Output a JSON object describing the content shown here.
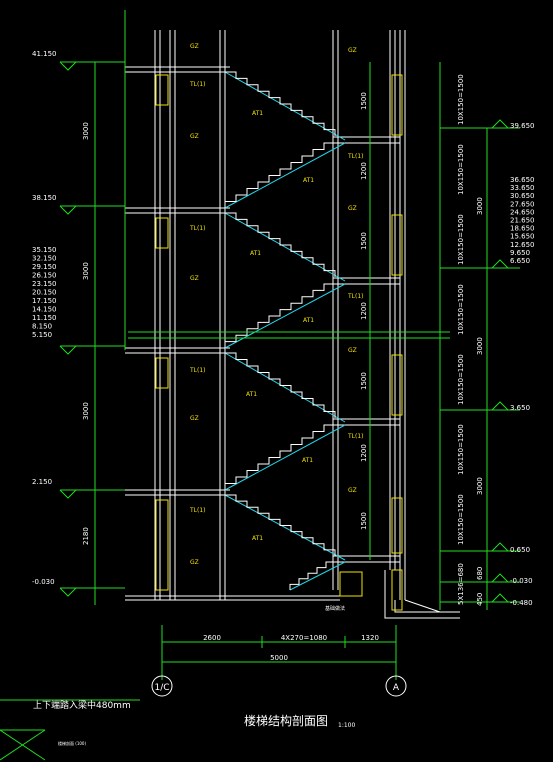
{
  "title": "楼梯结构剖面图",
  "scale": "1:100",
  "note": "上下端踏入梁中480mm",
  "note_small": "楼梯剖面 (100)",
  "axis_left": "1/C",
  "axis_right": "A",
  "bottom_dims": {
    "d1": "2600",
    "d2": "4X270=1080",
    "d3": "1320",
    "total": "5000"
  },
  "left_elevations": {
    "top": "41.150",
    "mid": "38.150",
    "stack": [
      "35.150",
      "32.150",
      "29.150",
      "26.150",
      "23.150",
      "20.150",
      "17.150",
      "14.150",
      "11.150",
      "8.150",
      "5.150"
    ],
    "low": "2.150",
    "ground": "-0.030"
  },
  "left_vert_dims": [
    "3000",
    "3000",
    "3000",
    "2180"
  ],
  "right_elevations": {
    "top": "39.650",
    "stack": [
      "36.650",
      "33.650",
      "30.650",
      "27.650",
      "24.650",
      "21.650",
      "18.650",
      "15.650",
      "12.650",
      "9.650",
      "6.650"
    ],
    "mid": "3.650",
    "low": "0.650",
    "ground": "-0.030",
    "base": "-0.480"
  },
  "right_vert_dims": [
    "3000",
    "3000",
    "3000",
    "680",
    "450"
  ],
  "stair_labels": [
    "10X150=1500",
    "10X150=1500",
    "10X150=1500",
    "10X150=1500",
    "10X150=1500",
    "10X150=1500",
    "10X150=1500",
    "5X136=680"
  ],
  "inner_dims": [
    "1500",
    "1200",
    "1500",
    "1200",
    "1500",
    "1200",
    "1500"
  ],
  "labels": {
    "gz": "GZ",
    "tl": "TL(1)",
    "at": "AT1",
    "tlb": "TL(1)",
    "base_note": "基础做法"
  }
}
